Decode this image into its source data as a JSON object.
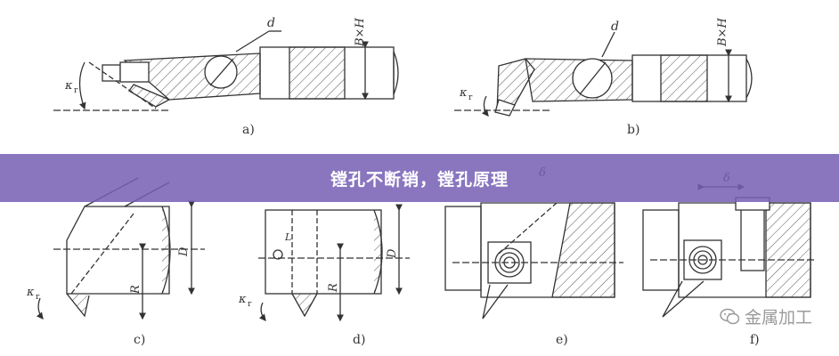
{
  "caption": "镗孔不断销，镗孔原理",
  "watermark": "金属加工",
  "labels": {
    "d": "d",
    "bxh": "B×H",
    "kr": "κ",
    "kr_sub": "r",
    "D": "D",
    "R": "R",
    "B": "B",
    "delta": "δ",
    "L": "L"
  },
  "figures": [
    "a)",
    "b)",
    "c)",
    "d)",
    "e)",
    "f)"
  ],
  "colors": {
    "line": "#333333",
    "hatch": "#555555",
    "banner": "#7660b4",
    "text": "#ffffff"
  }
}
